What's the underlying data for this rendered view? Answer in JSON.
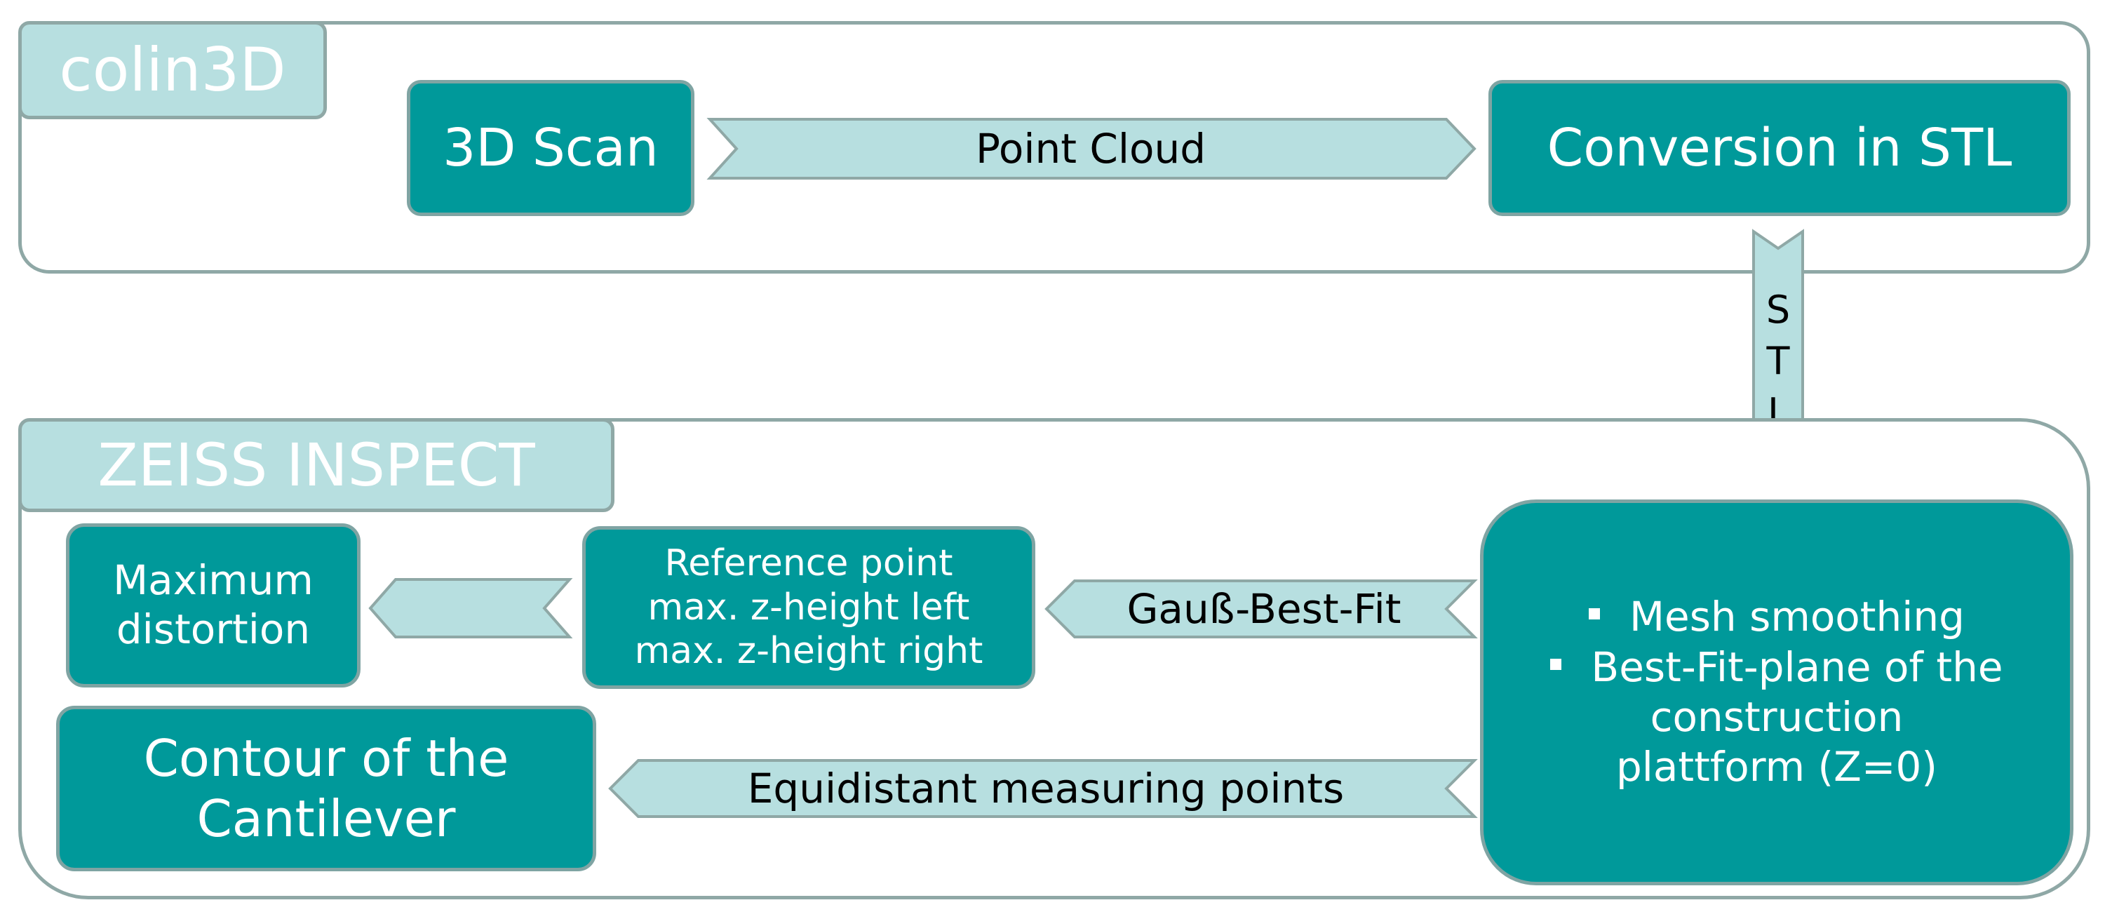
{
  "colin3d": {
    "title": "colin3D",
    "scan": "3D Scan",
    "point_cloud": "Point Cloud",
    "conversion": "Conversion in STL"
  },
  "stl_letters": [
    "S",
    "T",
    "L"
  ],
  "zeiss": {
    "title": "ZEISS INSPECT",
    "smoothing_items": [
      "Mesh smoothing",
      "Best-Fit-plane of the",
      "construction",
      "plattform (Z=0)"
    ],
    "gauss": "Gauß-Best-Fit",
    "reference_lines": [
      "Reference point",
      "max. z-height left",
      "max. z-height right"
    ],
    "max_distortion_lines": [
      "Maximum",
      "distortion"
    ],
    "equidistant": "Equidistant measuring points",
    "contour_lines": [
      "Contour of the",
      "Cantilever"
    ]
  },
  "colors": {
    "node_fill": "#00999a",
    "arrow_fill": "#b7dfe0",
    "border": "#8fa8a6"
  }
}
